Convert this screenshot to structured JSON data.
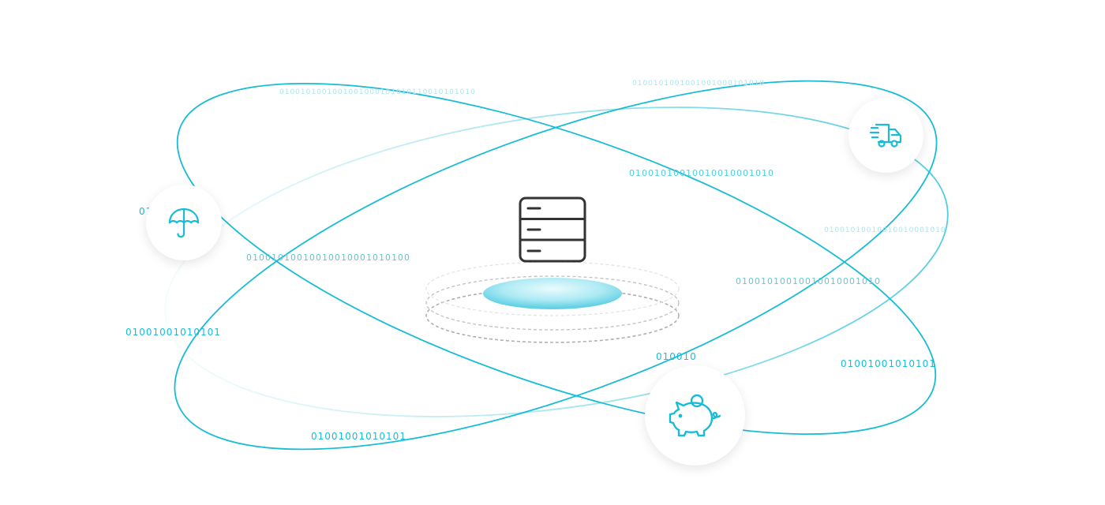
{
  "binary_strings": {
    "top_left": "0100101001001001000101010110010101010",
    "top_right": "0100101001001001000101010",
    "right_inner": "01001010010010010001010",
    "right_faint": "01001010010010010001010",
    "center_left": "01001010010010010001010100",
    "center_right": "01001010010010010001010",
    "left_partial": "01",
    "left_lower": "01001001010101",
    "bottom_left": "01001001010101",
    "bottom_center": "010010",
    "bottom_right": "01001001010101"
  },
  "nodes": [
    {
      "icon": "umbrella-icon"
    },
    {
      "icon": "delivery-truck-icon"
    },
    {
      "icon": "piggy-bank-icon"
    }
  ],
  "center": {
    "icon": "server-icon"
  },
  "colors": {
    "accent": "#19bcd5",
    "accent_faint": "#a8e6ef",
    "server_stroke": "#333333",
    "ring_stroke": "#aaaaaa",
    "platform_fill": "#7fdbea"
  }
}
